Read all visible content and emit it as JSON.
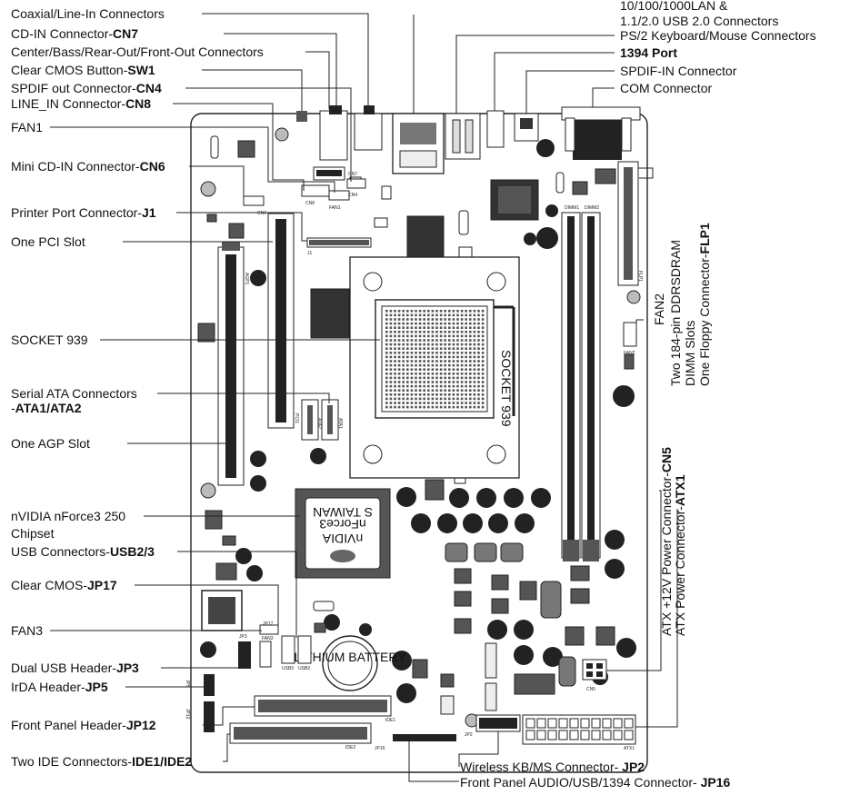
{
  "left_labels": [
    {
      "id": "coaxial",
      "text": "Coaxial/Line-In Connectors",
      "bold": ""
    },
    {
      "id": "cdin",
      "text": "CD-IN Connector-",
      "bold": "CN7"
    },
    {
      "id": "cbro",
      "text": "Center/Bass/Rear-Out/Front-Out Connectors",
      "bold": ""
    },
    {
      "id": "clearcmos-btn",
      "text": "Clear CMOS Button-",
      "bold": "SW1"
    },
    {
      "id": "spdif-out",
      "text": "SPDIF out Connector-",
      "bold": "CN4"
    },
    {
      "id": "line-in",
      "text": "LINE_IN Connector-",
      "bold": "CN8"
    },
    {
      "id": "fan1",
      "text": "FAN1",
      "bold": ""
    },
    {
      "id": "mini-cdin",
      "text": "Mini CD-IN Connector-",
      "bold": "CN6"
    },
    {
      "id": "printer",
      "text": "Printer Port Connector-",
      "bold": "J1"
    },
    {
      "id": "pci",
      "text": "One PCI Slot",
      "bold": ""
    },
    {
      "id": "socket",
      "text": "SOCKET 939",
      "bold": ""
    },
    {
      "id": "sata",
      "text": "Serial ATA Connectors",
      "bold": ""
    },
    {
      "id": "sata2",
      "text": "-",
      "bold": "ATA1/ATA2"
    },
    {
      "id": "agp",
      "text": "One AGP Slot",
      "bold": ""
    },
    {
      "id": "nvidia",
      "text": "nVIDIA nForce3 250",
      "bold": ""
    },
    {
      "id": "chipset",
      "text": "Chipset",
      "bold": ""
    },
    {
      "id": "usb23",
      "text": "USB Connectors-",
      "bold": "USB2/3"
    },
    {
      "id": "jp17",
      "text": "Clear CMOS-",
      "bold": "JP17"
    },
    {
      "id": "fan3",
      "text": "FAN3",
      "bold": ""
    },
    {
      "id": "jp3",
      "text": "Dual USB Header-",
      "bold": "JP3"
    },
    {
      "id": "jp5",
      "text": "IrDA Header-",
      "bold": "JP5"
    },
    {
      "id": "jp12",
      "text": "Front Panel Header-",
      "bold": "JP12"
    },
    {
      "id": "ide",
      "text": "Two IDE Connectors-",
      "bold": "IDE1/IDE2"
    }
  ],
  "right_labels": [
    {
      "id": "lan",
      "text": "10/100/1000LAN &",
      "bold": ""
    },
    {
      "id": "usb20",
      "text": "1.1/2.0 USB 2.0 Connectors",
      "bold": ""
    },
    {
      "id": "ps2",
      "text": "PS/2 Keyboard/Mouse Connectors",
      "bold": ""
    },
    {
      "id": "p1394",
      "text": "",
      "bold": "1394 Port"
    },
    {
      "id": "spdif-in",
      "text": "SPDIF-IN Connector",
      "bold": ""
    },
    {
      "id": "com",
      "text": "COM Connector",
      "bold": ""
    }
  ],
  "vertical_labels": [
    {
      "id": "fan2",
      "text": "FAN2",
      "bold": ""
    },
    {
      "id": "dimm1",
      "text": "Two 184-pin DDRSDRAM",
      "bold": ""
    },
    {
      "id": "dimm2",
      "text": "DIMM Slots",
      "bold": ""
    },
    {
      "id": "flp",
      "text": "One Floppy Connector-",
      "bold": "FLP1"
    },
    {
      "id": "cn5",
      "text": "ATX +12V Power Connector-",
      "bold": "CN5"
    },
    {
      "id": "atx1",
      "text": "ATX Power Connector-",
      "bold": "ATX1"
    }
  ],
  "bottom_labels": [
    {
      "id": "jp2",
      "text": "Wireless KB/MS Connector- ",
      "bold": "JP2"
    },
    {
      "id": "jp16",
      "text": "Front Panel AUDIO/USB/1394 Connector- ",
      "bold": "JP16"
    }
  ],
  "chip_text": {
    "socket": "SOCKET 939",
    "nvidia_lines": [
      "S   TAIWAN",
      "nForce3",
      "nVIDIA"
    ],
    "battery": "LITHIUM BATTERY"
  },
  "silk": {
    "agp": "AGP1",
    "pci": "PCI1",
    "ata1": "ATA1",
    "ata2": "ATA2",
    "dimm1": "DIMM1",
    "dimm2": "DIMM2",
    "flp": "FLP1",
    "fan1": "FAN1",
    "fan2": "FAN2",
    "fan3": "FAN3",
    "cn4": "CN4",
    "cn5": "CN5",
    "cn6": "CN6",
    "cn7": "CN7",
    "cn8": "CN8",
    "j1": "J1",
    "jp2": "JP2",
    "jp3": "JP3",
    "jp5": "JP5",
    "jp12": "JP12",
    "jp16": "JP16",
    "jp17": "JP17",
    "ide1": "IDE1",
    "ide2": "IDE2",
    "atx1": "ATX1",
    "usb2": "USB2",
    "usb3": "USB3"
  },
  "colors": {
    "ink": "#111111",
    "board": "#ffffff",
    "chip": "#555555",
    "dark": "#222222"
  }
}
